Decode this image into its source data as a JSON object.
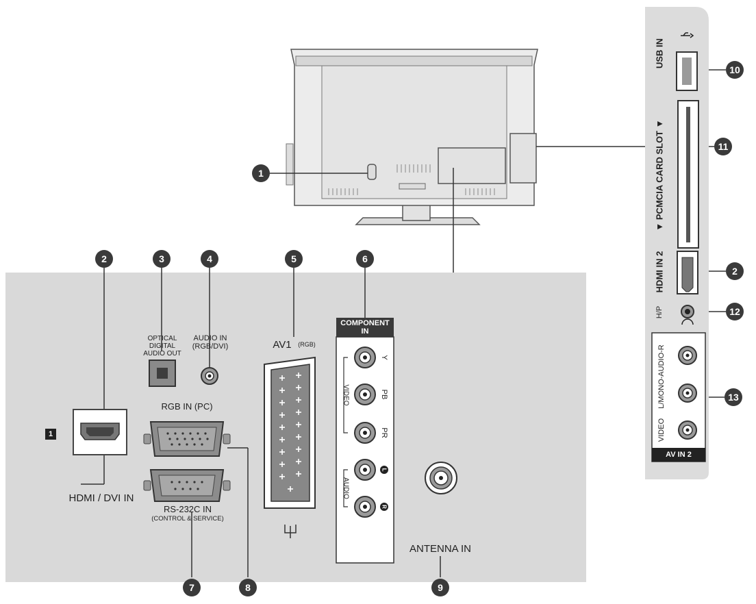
{
  "colors": {
    "panel": "#d9d9d9",
    "marker": "#3a3a3a",
    "line": "#333333",
    "tv_body": "#e9e9e9"
  },
  "markers": {
    "m1": "1",
    "m2": "2",
    "m3": "3",
    "m4": "4",
    "m5": "5",
    "m6": "6",
    "m7": "7",
    "m8": "8",
    "m9": "9",
    "m10": "10",
    "m11": "11",
    "m2b": "2",
    "m12": "12",
    "m13": "13"
  },
  "panel_badge": "1",
  "rear_panel": {
    "hdmi_dvi": "HDMI / DVI IN",
    "optical_1": "OPTICAL",
    "optical_2": "DIGITAL",
    "optical_3": "AUDIO OUT",
    "audio_in_1": "AUDIO IN",
    "audio_in_2": "(RGB/DVI)",
    "av1": "AV1",
    "av1_sub": "(RGB)",
    "component_1": "COMPONENT",
    "component_2": "IN",
    "comp_y": "Y",
    "comp_pb": "PB",
    "comp_pr": "PR",
    "comp_l": "L",
    "comp_r": "R",
    "video": "VIDEO",
    "audio": "AUDIO",
    "rgb_in": "RGB IN (PC)",
    "rs232_1": "RS-232C IN",
    "rs232_2": "(CONTROL & SERVICE)",
    "antenna": "ANTENNA IN"
  },
  "side_panel": {
    "usb_in": "USB IN",
    "pcmcia": "▼ PCMCIA CARD SLOT ▼",
    "hdmi_in2": "HDMI IN 2",
    "hp": "H/P",
    "av_audio": "L/MONO-AUDIO-R",
    "av_video": "VIDEO",
    "av_in2": "AV IN 2"
  }
}
